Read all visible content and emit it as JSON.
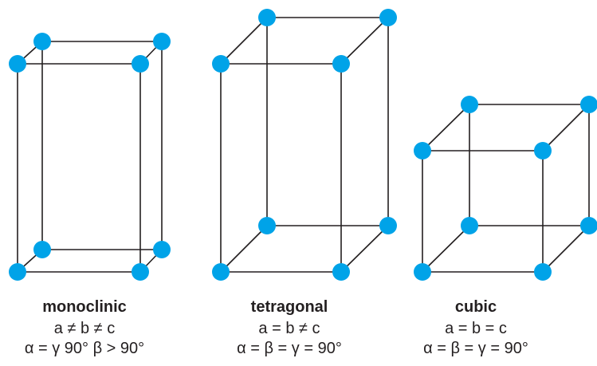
{
  "colors": {
    "edge": "#231f20",
    "atom": "#00a3e8"
  },
  "cells": [
    {
      "name": "monoclinic",
      "relation": "a ≠ b ≠ c",
      "angles": "α = γ 90° β > 90°"
    },
    {
      "name": "tetragonal",
      "relation": "a = b ≠ c",
      "angles": "α = β = γ = 90°"
    },
    {
      "name": "cubic",
      "relation": "a = b = c",
      "angles": "α = β = γ = 90°"
    }
  ]
}
